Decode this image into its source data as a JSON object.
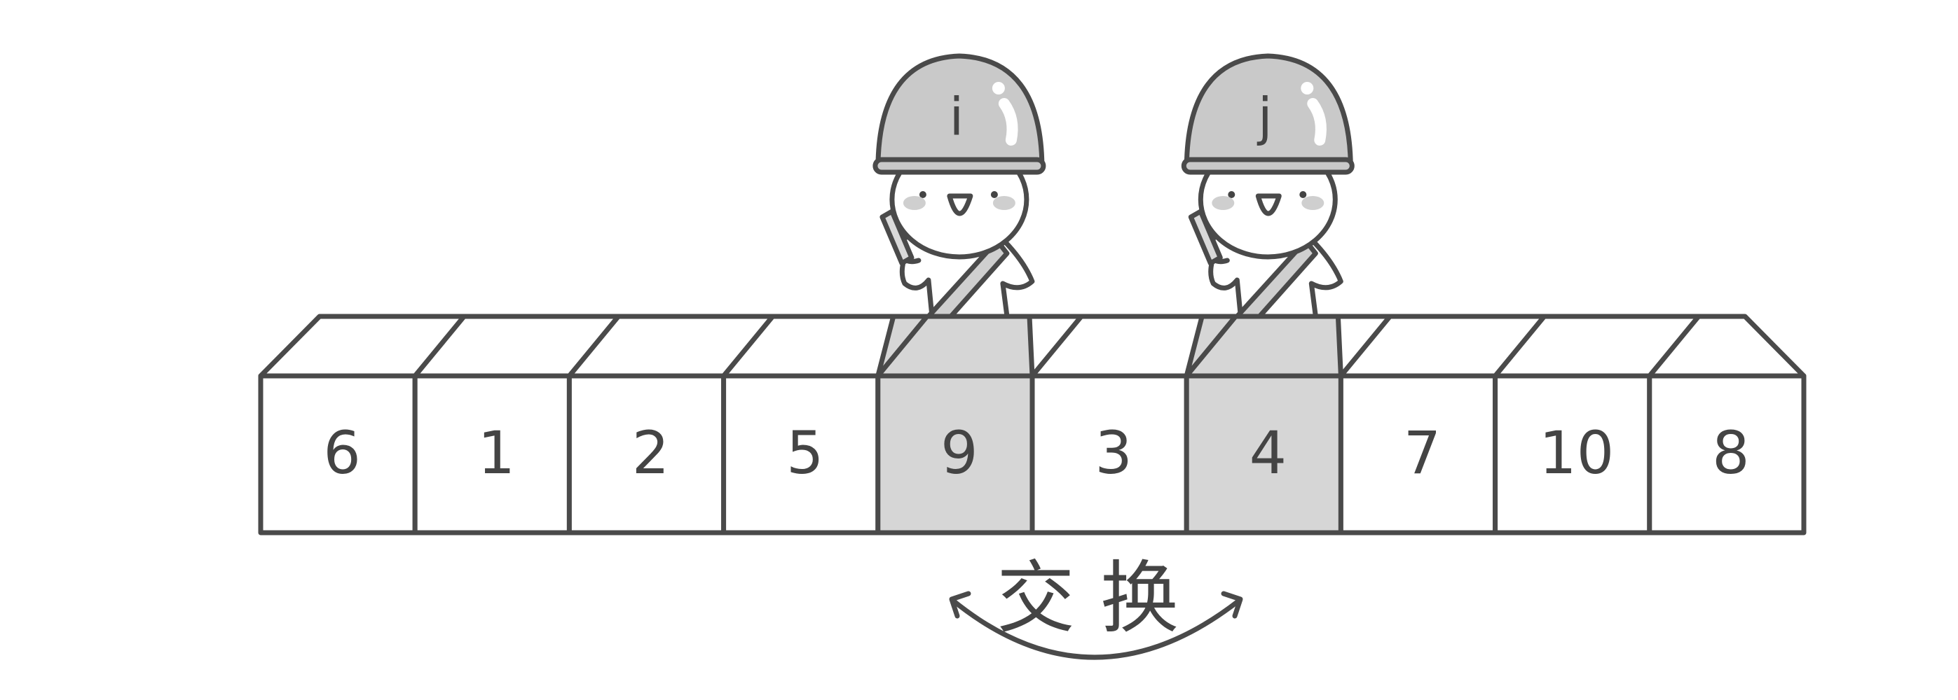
{
  "array": {
    "values": [
      "6",
      "1",
      "2",
      "5",
      "9",
      "3",
      "4",
      "7",
      "10",
      "8"
    ],
    "highlighted_indices": [
      4,
      6
    ]
  },
  "pointers": [
    {
      "label": "i",
      "index": 4
    },
    {
      "label": "j",
      "index": 6
    }
  ],
  "swap_label": "交换",
  "colors": {
    "outline": "#4a4a4a",
    "highlight_fill": "#d6d6d6",
    "cell_fill": "#ffffff",
    "helmet_fill": "#c9c9c9"
  }
}
